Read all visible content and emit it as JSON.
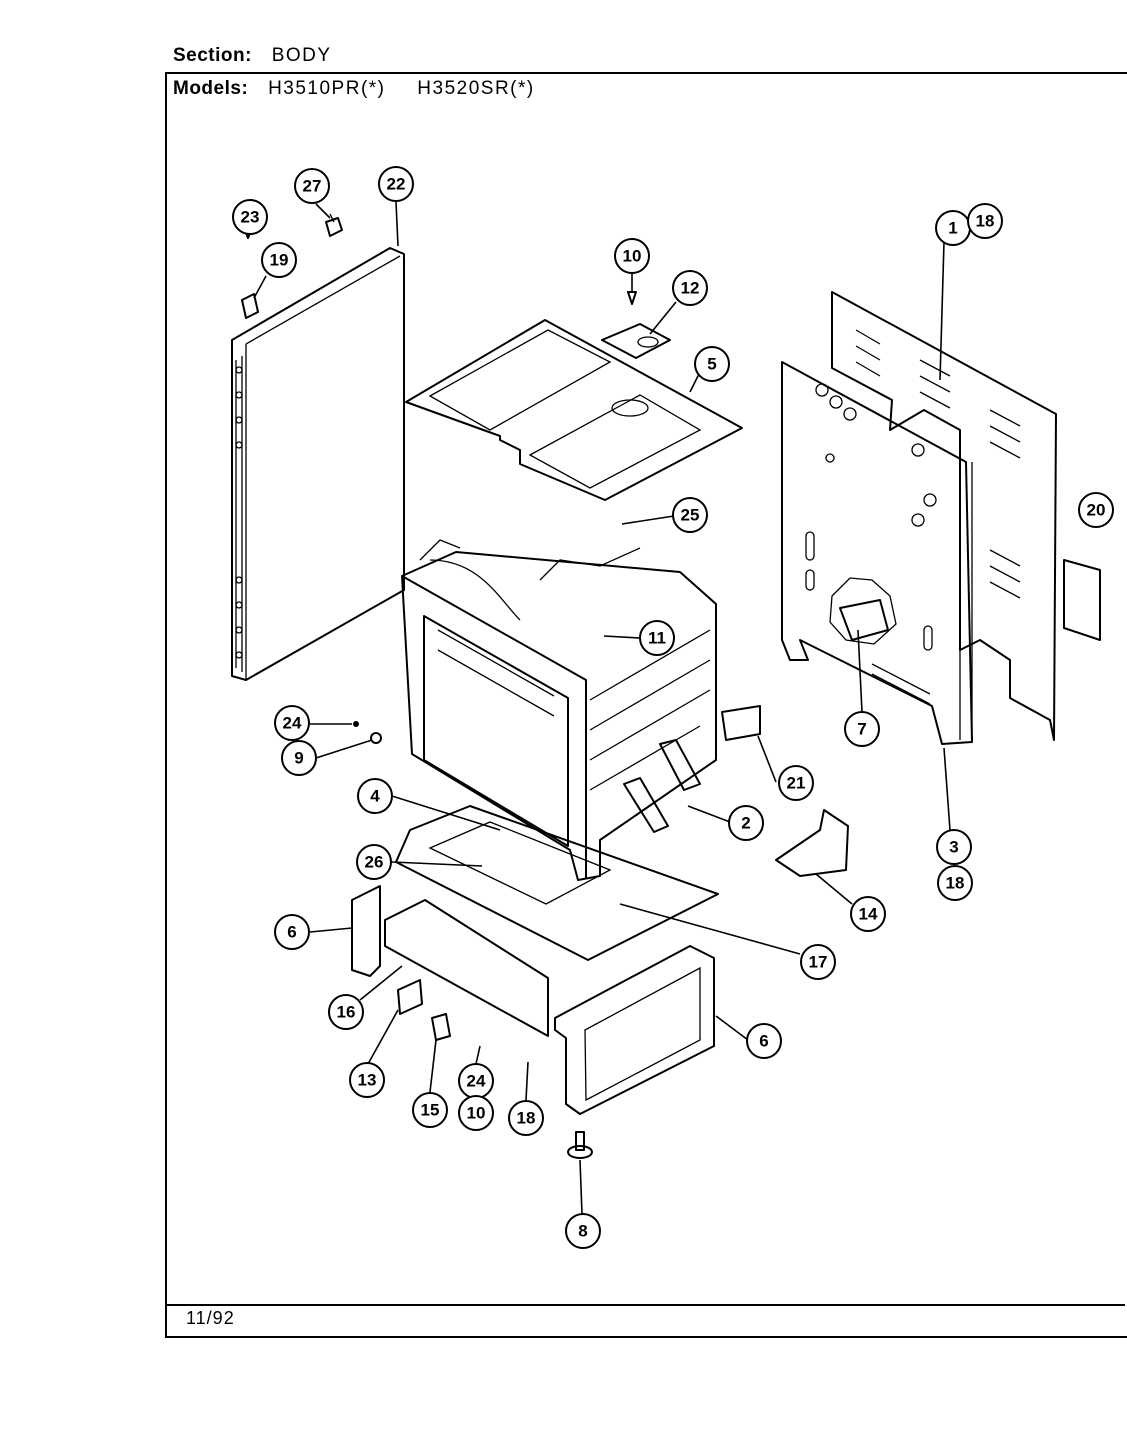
{
  "header": {
    "section_label": "Section:",
    "section_value": "BODY",
    "models_label": "Models:",
    "model_1": "H3510PR(*)",
    "model_2": "H3520SR(*)"
  },
  "footer": {
    "date": "11/92"
  },
  "callouts": [
    {
      "id": "c27",
      "label": "27"
    },
    {
      "id": "c22",
      "label": "22"
    },
    {
      "id": "c23",
      "label": "23"
    },
    {
      "id": "c19",
      "label": "19"
    },
    {
      "id": "c10a",
      "label": "10"
    },
    {
      "id": "c12",
      "label": "12"
    },
    {
      "id": "c5",
      "label": "5"
    },
    {
      "id": "c1",
      "label": "1"
    },
    {
      "id": "c18a",
      "label": "18"
    },
    {
      "id": "c25",
      "label": "25"
    },
    {
      "id": "c11",
      "label": "11"
    },
    {
      "id": "c24a",
      "label": "24"
    },
    {
      "id": "c9",
      "label": "9"
    },
    {
      "id": "c7",
      "label": "7"
    },
    {
      "id": "c21",
      "label": "21"
    },
    {
      "id": "c4",
      "label": "4"
    },
    {
      "id": "c2",
      "label": "2"
    },
    {
      "id": "c3",
      "label": "3"
    },
    {
      "id": "c18b",
      "label": "18"
    },
    {
      "id": "c26",
      "label": "26"
    },
    {
      "id": "c14",
      "label": "14"
    },
    {
      "id": "c6a",
      "label": "6"
    },
    {
      "id": "c17",
      "label": "17"
    },
    {
      "id": "c16",
      "label": "16"
    },
    {
      "id": "c6b",
      "label": "6"
    },
    {
      "id": "c13",
      "label": "13"
    },
    {
      "id": "c24b",
      "label": "24"
    },
    {
      "id": "c15",
      "label": "15"
    },
    {
      "id": "c10b",
      "label": "10"
    },
    {
      "id": "c18c",
      "label": "18"
    },
    {
      "id": "c8",
      "label": "8"
    },
    {
      "id": "c20",
      "label": "20"
    }
  ]
}
